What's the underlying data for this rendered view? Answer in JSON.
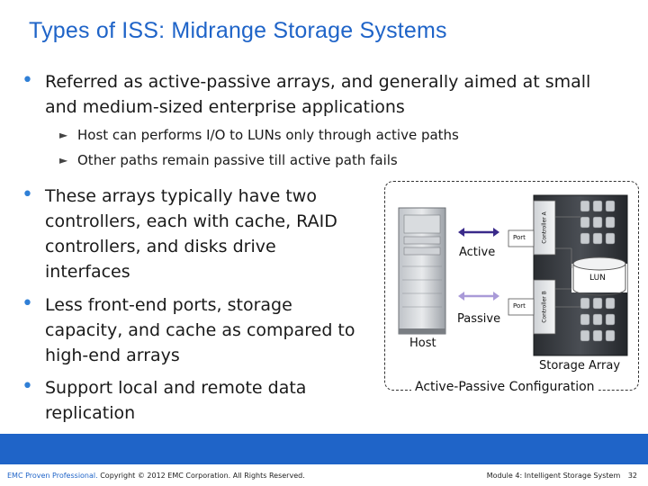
{
  "slide": {
    "title": "Types of ISS: Midrange Storage Systems",
    "bullet1": {
      "line1": "Referred as active-passive arrays, and generally aimed at small",
      "line2": "and medium-sized enterprise applications",
      "subs": [
        "Host can performs I/O to LUNs only through active paths",
        "Other paths remain passive till active path fails"
      ]
    },
    "bullet2": [
      "These arrays typically have two",
      "controllers, each with cache, RAID",
      "controllers, and disks drive",
      "interfaces"
    ],
    "bullet3": [
      "Less front-end ports, storage",
      "capacity, and cache as compared to",
      "high-end arrays"
    ],
    "bullet4": [
      "Support local and remote data",
      "replication"
    ]
  },
  "diagram": {
    "host_label": "Host",
    "active_label": "Active",
    "passive_label": "Passive",
    "port_label": "Port",
    "port_label_b": "Port",
    "controller_a": "Controller A",
    "controller_b": "Controller B",
    "lun_label": "LUN",
    "array_label": "Storage Array",
    "caption": "Active-Passive Configuration",
    "colors": {
      "active_arrow": "#3a2a8a",
      "passive_arrow": "#a99ad8"
    }
  },
  "footer": {
    "brand": "EMC Proven Professional.",
    "copyright": "Copyright © 2012 EMC Corporation. All Rights Reserved.",
    "module": "Module 4: Intelligent Storage System",
    "page": "32"
  }
}
